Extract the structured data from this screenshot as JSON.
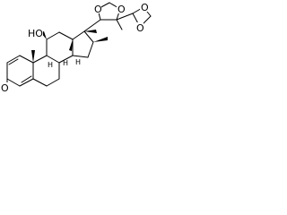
{
  "structure": {
    "atoms": {
      "ketone_oxygen": "O",
      "hydroxyl_group": "HO",
      "acetal_oxygen_1": "O",
      "acetal_oxygen_2": "O",
      "acetal_oxygen_3": "O",
      "acetal_oxygen_4": "O"
    },
    "stereo_hydrogens": {
      "h8": "H",
      "h9": "H",
      "h14": "H"
    }
  }
}
